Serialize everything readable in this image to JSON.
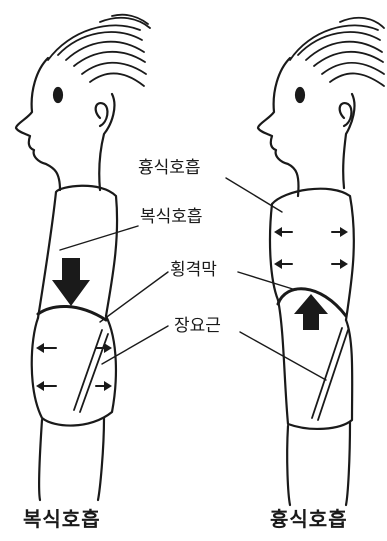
{
  "labels": {
    "chest_breathing": "흉식호흡",
    "abdominal_breathing": "복식호흡",
    "diaphragm": "횡격막",
    "iliopsoas": "장요근"
  },
  "captions": {
    "left": "복식호흡",
    "right": "흉식호흡"
  },
  "colors": {
    "ink": "#1a1a1a",
    "paper": "#ffffff"
  }
}
